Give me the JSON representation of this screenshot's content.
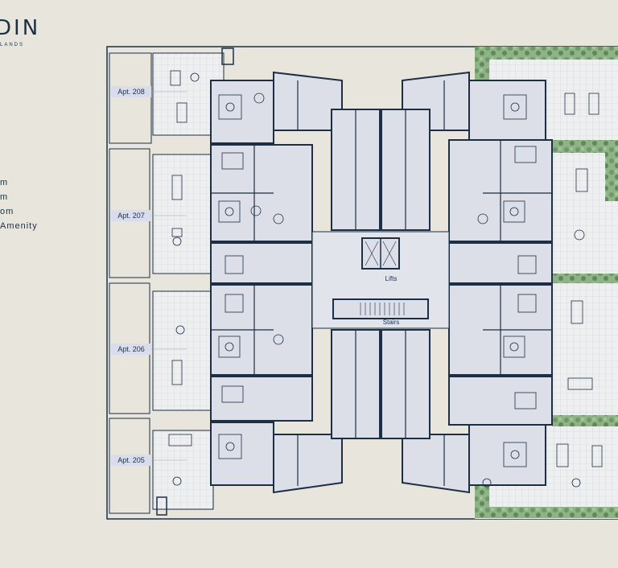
{
  "brand": {
    "name": "DIN",
    "subtitle": "LANDS"
  },
  "legend": [
    {
      "text": "m"
    },
    {
      "text": "m"
    },
    {
      "text": "om"
    },
    {
      "text": "Amenity"
    }
  ],
  "apartments": [
    {
      "label": "Apt. 208"
    },
    {
      "label": "Apt. 207"
    },
    {
      "label": "Apt. 206"
    },
    {
      "label": "Apt. 205"
    }
  ],
  "core": {
    "lifts": "Lifts",
    "stairs": "Stairs"
  },
  "colors": {
    "background": "#e8e6dc",
    "interior": "#dcdfe8",
    "wall": "#1c2f45",
    "terrace": "#eceeee",
    "garden": "#6f9a6a",
    "label_bg": "#d9dcec"
  }
}
